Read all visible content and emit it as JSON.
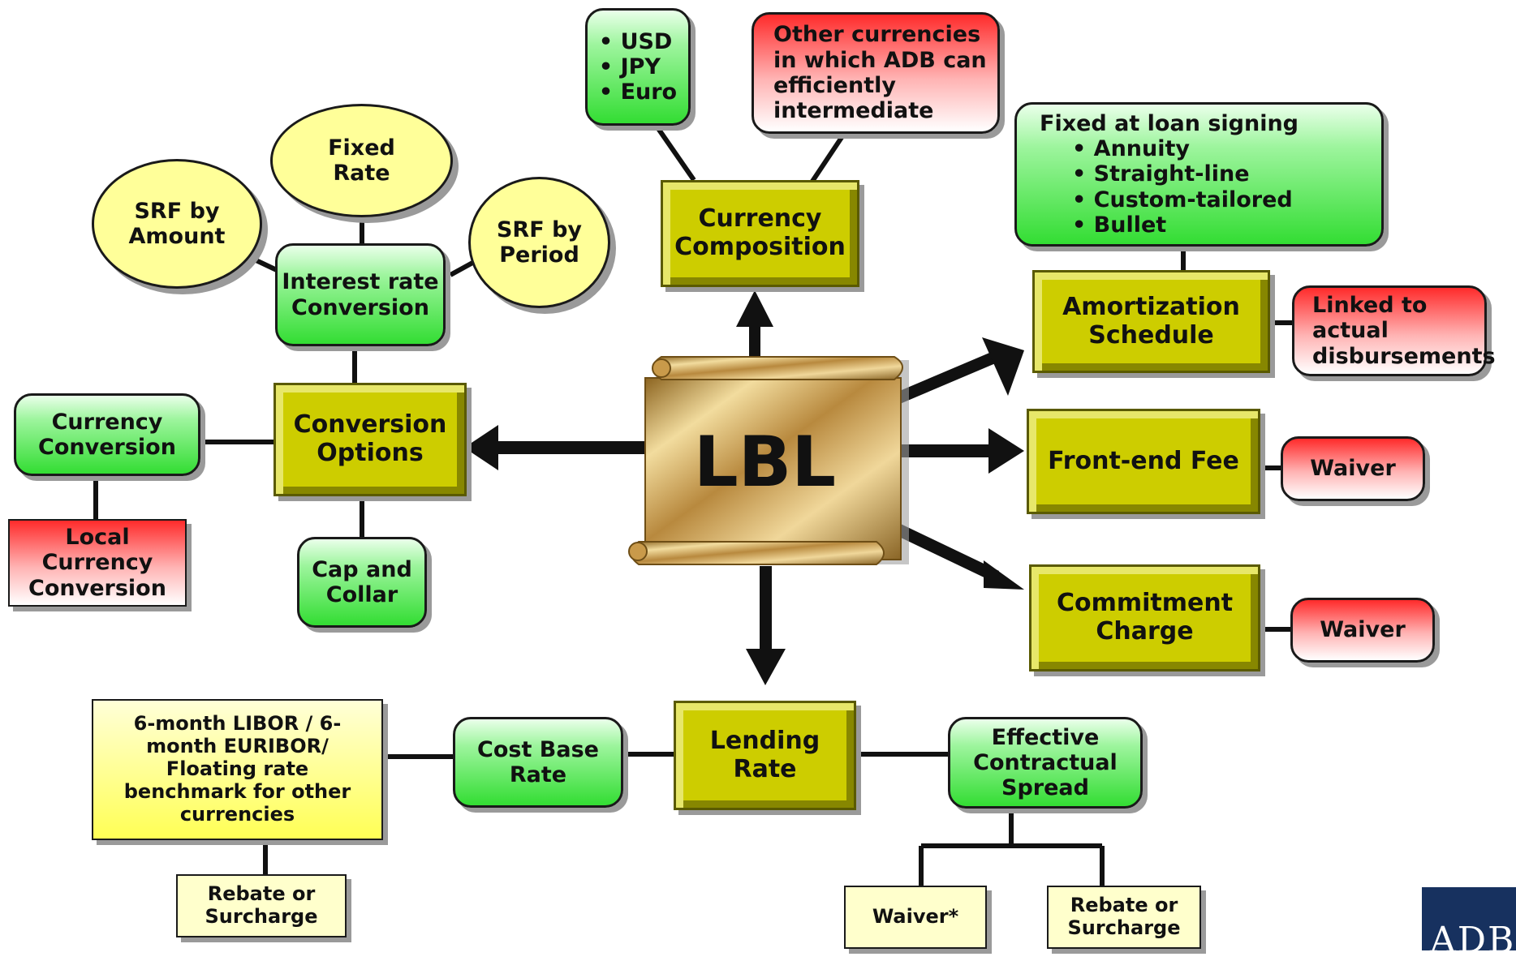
{
  "center": {
    "label": "LBL"
  },
  "currency": {
    "label": "Currency Composition",
    "base_currencies": [
      "USD",
      "JPY",
      "Euro"
    ],
    "other": "Other currencies in which ADB can efficiently intermediate"
  },
  "amortization": {
    "label": "Amortization Schedule",
    "fixed_title": "Fixed at loan signing",
    "fixed_items": [
      "Annuity",
      "Straight-line",
      "Custom-tailored",
      "Bullet"
    ],
    "linked": "Linked to actual disbursements"
  },
  "front_end_fee": {
    "label": "Front-end Fee",
    "waiver": "Waiver"
  },
  "commitment_charge": {
    "label": "Commitment Charge",
    "waiver": "Waiver"
  },
  "conversion": {
    "label": "Conversion Options",
    "interest_rate": "Interest rate Conversion",
    "currency": "Currency Conversion",
    "local_currency": "Local Currency Conversion",
    "cap_collar": "Cap and Collar",
    "fixed_rate": "Fixed Rate",
    "srf_amount": "SRF by Amount",
    "srf_period": "SRF by Period"
  },
  "lending_rate": {
    "label": "Lending Rate",
    "cost_base": "Cost Base Rate",
    "benchmark": "6-month LIBOR / 6-month EURIBOR/ Floating rate benchmark for other currencies",
    "benchmark_rebate": "Rebate or Surcharge",
    "spread": "Effective Contractual Spread",
    "spread_waiver": "Waiver*",
    "spread_rebate": "Rebate or Surcharge"
  },
  "logo": {
    "text": "ADB"
  },
  "colors": {
    "green": "#33dd33",
    "red": "#ff2b2b",
    "olive": "#cdcd00",
    "ellipse": "#ffff99",
    "logo": "#17315f"
  }
}
